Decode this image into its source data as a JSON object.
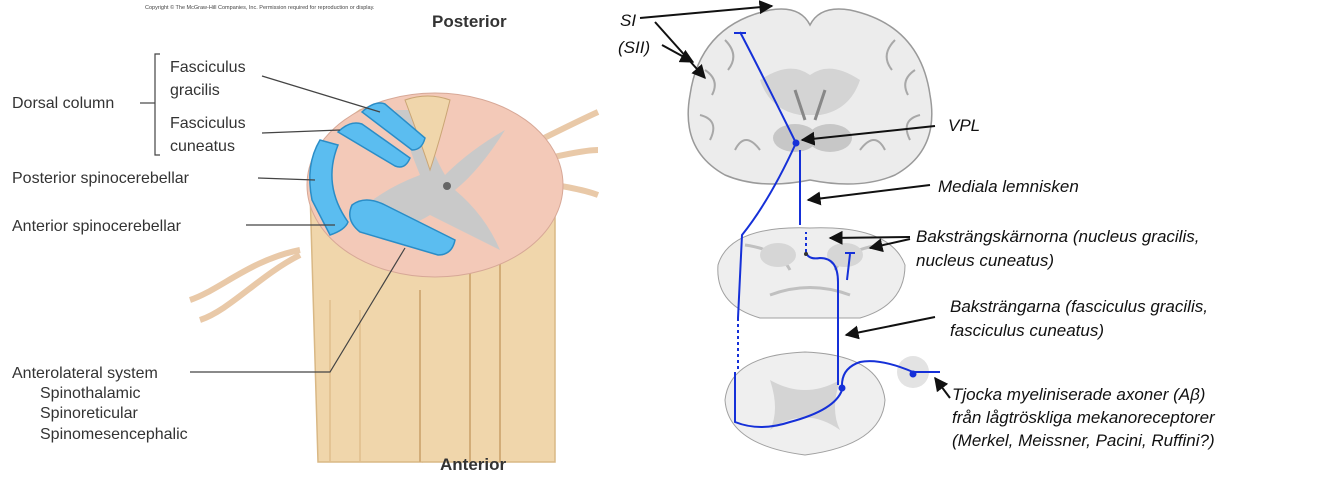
{
  "left_figure": {
    "copyright": "Copyright © The McGraw-Hill Companies, Inc. Permission required for reproduction or display.",
    "posterior": "Posterior",
    "anterior": "Anterior",
    "dorsal_column": "Dorsal column",
    "fasciculus_gracilis": [
      "Fasciculus",
      "gracilis"
    ],
    "fasciculus_cuneatus": [
      "Fasciculus",
      "cuneatus"
    ],
    "posterior_spinocerebellar": "Posterior spinocerebellar",
    "anterior_spinocerebellar": "Anterior spinocerebellar",
    "anterolateral_system": "Anterolateral system",
    "spinothalamic": "Spinothalamic",
    "spinoreticular": "Spinoreticular",
    "spinomesencephalic": "Spinomesencephalic"
  },
  "right_figure": {
    "si": "SI",
    "sii": "(SII)",
    "vpl": "VPL",
    "mediala_lemnisken": "Mediala lemnisken",
    "bakstrangskarnorna": [
      "Baksträngskärnorna (nucleus gracilis,",
      "nucleus cuneatus)"
    ],
    "bakstrangarna": [
      "Baksträngarna (fasciculus gracilis,",
      "fasciculus cuneatus)"
    ],
    "tjocka": [
      "Tjocka myeliniserade axoner (Aβ)",
      "från lågtröskliga mekanoreceptorer",
      "(Merkel, Meissner, Pacini, Ruffini?)"
    ]
  },
  "colors": {
    "tract_blue": "#5bbdf0",
    "pathway_blue": "#1530d8",
    "cord_pink": "#f3c9b8",
    "cord_tan": "#e8c48f",
    "gray_matter": "#c9c9c9"
  }
}
